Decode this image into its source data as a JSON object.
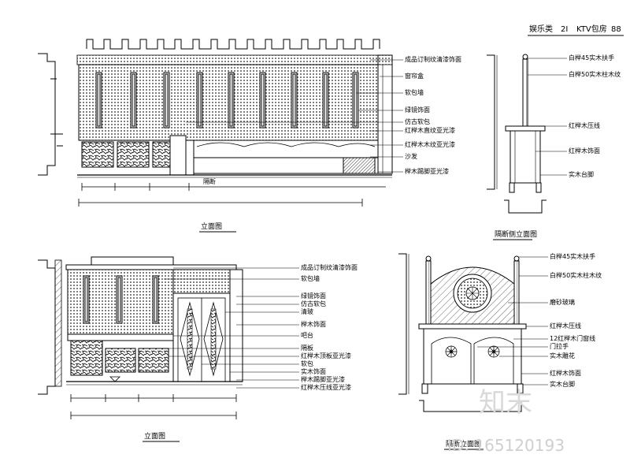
{
  "header": {
    "category": "娱乐类",
    "sub_index": "2I",
    "room": "KTV包房",
    "page": "88"
  },
  "views": [
    {
      "caption": "立面图",
      "labels": [
        "成品订制纹清漆饰面",
        "窗帘盒",
        "软包墙",
        "绿镜饰面",
        "仿古软包",
        "红榉木直纹亚光漆",
        "红榉木木纹亚光漆",
        "沙发",
        "榉木踢脚亚光漆"
      ],
      "notes": [
        "隔断"
      ]
    },
    {
      "caption": "隔断侧立面图",
      "labels": [
        "白榉45实木扶手",
        "白榉50实木柱木纹",
        "红榉木压线",
        "红榉木饰面",
        "实木台脚"
      ]
    },
    {
      "caption": "立面图",
      "labels": [
        "成品订制纹清漆饰面",
        "软包墙",
        "绿镜饰面",
        "仿古软包",
        "清玻",
        "榉木饰面",
        "吧台",
        "隔板",
        "红榉木顶板亚光漆",
        "软包",
        "实木饰面",
        "榉木踢脚亚光漆",
        "红榉木压线亚光漆"
      ]
    },
    {
      "caption": "隔断立面图",
      "labels": [
        "白榉45实木扶手",
        "白榉50实木柱木纹",
        "磨砂玻璃",
        "红榉木压线",
        "12红榉木门窗线",
        "门拉手",
        "实木雕花",
        "红榉木饰面",
        "实木台脚"
      ]
    }
  ],
  "watermark": {
    "brand": "知末",
    "id_text": "ID: 165120193"
  }
}
